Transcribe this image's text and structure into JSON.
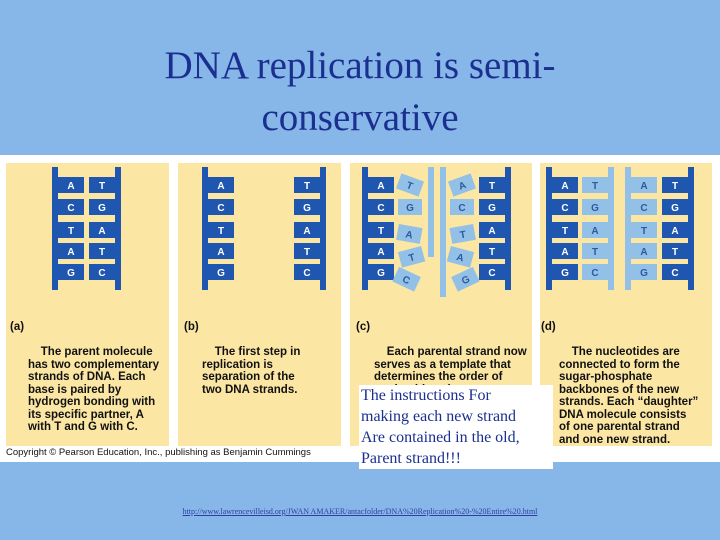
{
  "slide": {
    "title_line1": "DNA replication is semi-",
    "title_line2": "conservative",
    "note_lines": [
      "The instructions For",
      "making each new strand",
      "Are contained in the old,",
      "Parent strand!!!"
    ],
    "url": "http://www.lawrencevilleisd.org/JWAN AMAKER/antacfolder/DNA%20Replication%20-%20Entire%20.html"
  },
  "figure": {
    "copyright": "Copyright © Pearson Education, Inc., publishing as Benjamin Cummings",
    "base_pairs": [
      [
        "A",
        "T"
      ],
      [
        "C",
        "G"
      ],
      [
        "T",
        "A"
      ],
      [
        "A",
        "T"
      ],
      [
        "G",
        "C"
      ]
    ],
    "panels": [
      {
        "label": "(a)",
        "caption": "The parent molecule\nhas two complementary\nstrands of DNA. Each\nbase is paired by\nhydrogen bonding with\nits specific partner, A\nwith T and G with C."
      },
      {
        "label": "(b)",
        "caption": "The first step in\nreplication is\nseparation of the\ntwo DNA strands."
      },
      {
        "label": "(c)",
        "caption": "Each parental strand now\nserves as a template that\ndetermines the order of\nnucleotides along a new\ncomplementary strand."
      },
      {
        "label": "(d)",
        "caption": "The nucleotides are\nconnected to form the\nsugar-phosphate\nbackbones of the new\nstrands. Each “daughter”\nDNA molecule consists\nof one parental strand\nand one new strand."
      }
    ],
    "colors": {
      "parent_strand": "#1f57b0",
      "new_strand": "#93c0e6",
      "panel_bg": "#fbe6a4"
    }
  }
}
